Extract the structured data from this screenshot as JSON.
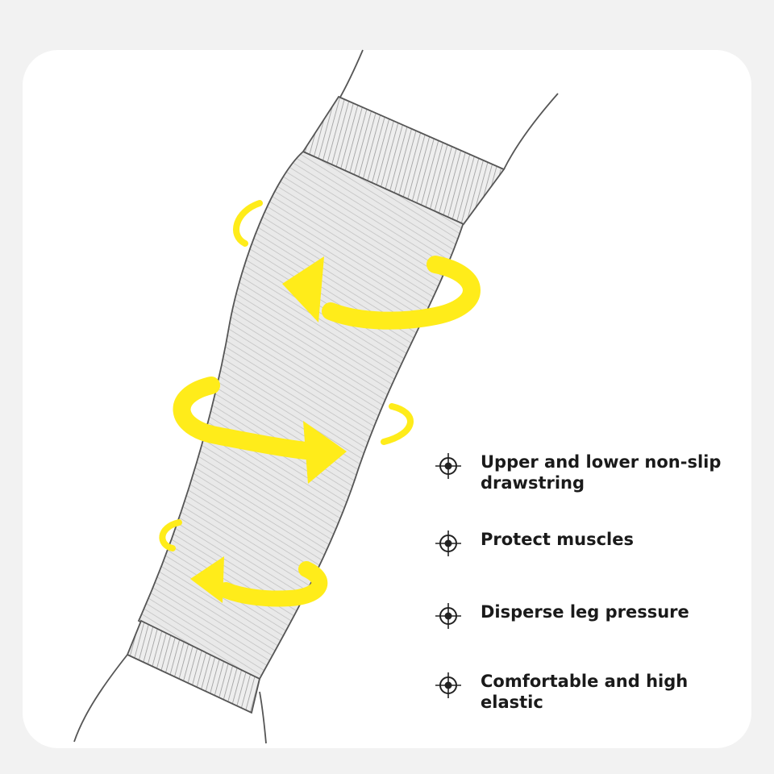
{
  "colors": {
    "background": "#f2f2f2",
    "card": "#ffffff",
    "sleeve": "#e7e7e7",
    "outline": "#4a4a4a",
    "arrow": "#ffec1a",
    "text": "#1a1a1a"
  },
  "illustration": {
    "subject": "leg-compression-sleeve",
    "icons": [
      "yellow-swirl-arrow-left",
      "yellow-swirl-arrow-right",
      "yellow-swirl-arrow-left"
    ]
  },
  "features": [
    {
      "icon": "crosshair-icon",
      "label": "Upper and lower non-slip drawstring"
    },
    {
      "icon": "crosshair-icon",
      "label": "Protect muscles"
    },
    {
      "icon": "crosshair-icon",
      "label": "Disperse leg pressure"
    },
    {
      "icon": "crosshair-icon",
      "label": "Comfortable and high elastic"
    }
  ]
}
